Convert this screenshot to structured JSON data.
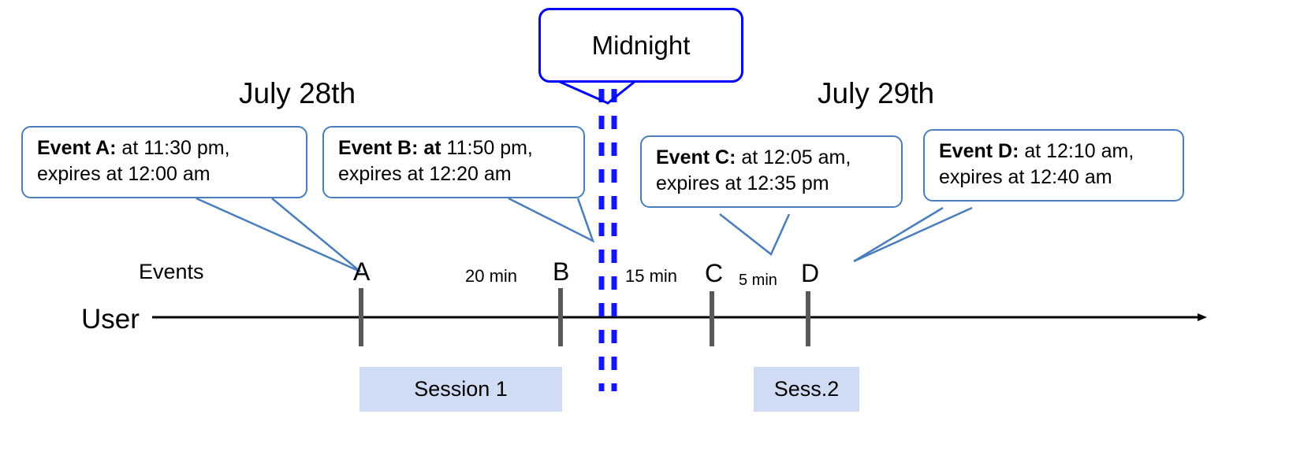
{
  "diagram": {
    "title": "Event expiry across midnight timeline",
    "colors": {
      "callout_border": "#4a7ebb",
      "midnight_border": "#0000ff",
      "midnight_dash": "#1414ff",
      "session_fill": "#cfdcf4",
      "tick": "#595959",
      "axis": "#000000"
    }
  },
  "dates": {
    "left": "July 28th",
    "right": "July 29th"
  },
  "midnight": {
    "label": "Midnight"
  },
  "axis": {
    "events_label": "Events",
    "user_label": "User"
  },
  "events": [
    {
      "letter": "A",
      "title": "Event A:",
      "line1_rest": " at 11:30 pm,",
      "line2": "expires at 12:00 am"
    },
    {
      "letter": "B",
      "title": "Event B: at",
      "line1_rest": " 11:50 pm,",
      "line2": "expires at 12:20 am"
    },
    {
      "letter": "C",
      "title": "Event C:",
      "line1_rest": " at 12:05 am,",
      "line2": "expires at 12:35 pm"
    },
    {
      "letter": "D",
      "title": "Event D:",
      "line1_rest": "  at 12:10 am,",
      "line2": "expires at 12:40 am"
    }
  ],
  "gaps": [
    {
      "label": "20 min"
    },
    {
      "label": "15 min"
    },
    {
      "label": "5 min"
    }
  ],
  "sessions": [
    {
      "label": "Session 1"
    },
    {
      "label": "Sess.2"
    }
  ]
}
